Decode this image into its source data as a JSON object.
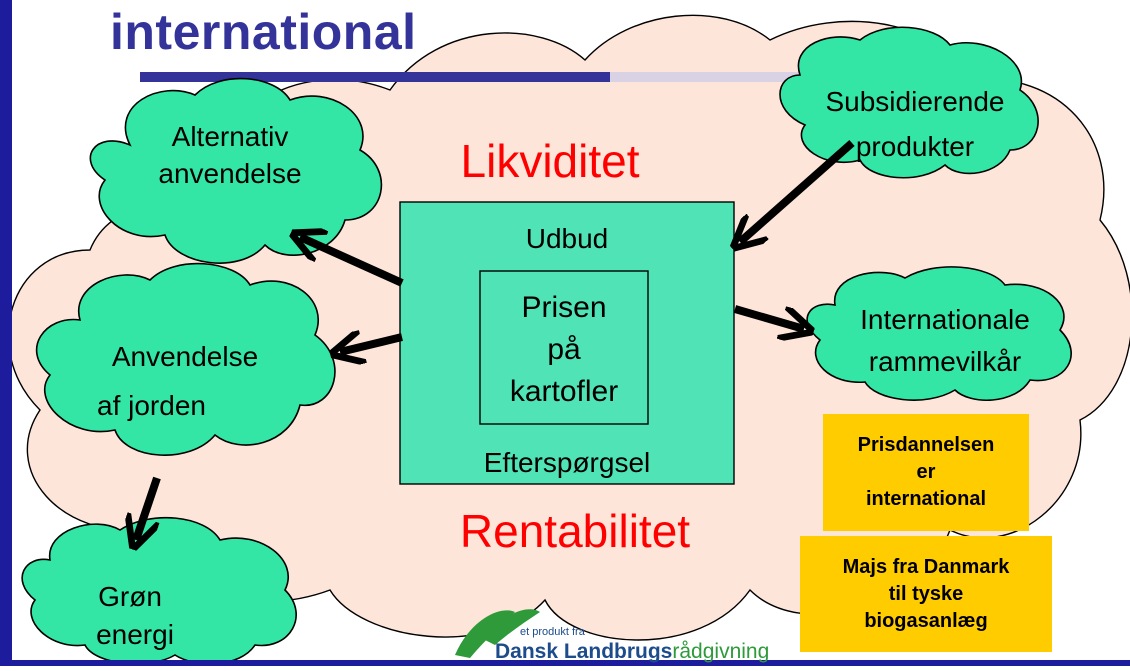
{
  "title": "international",
  "center": {
    "supply": "Udbud",
    "price_line1": "Prisen",
    "price_line2": "på",
    "price_line3": "kartofler",
    "demand": "Efterspørgsel"
  },
  "labels": {
    "liquidity": "Likviditet",
    "profitability": "Rentabilitet"
  },
  "clouds": {
    "alternative_use": [
      "Alternativ",
      "anvendelse"
    ],
    "subsidizing": [
      "Subsidierende",
      "produkter"
    ],
    "land_use": [
      "Anvendelse",
      "af jorden"
    ],
    "international_framework": [
      "Internationale",
      "rammevilkår"
    ],
    "green_energy": [
      "Grøn",
      "energi"
    ]
  },
  "notes": {
    "price_formation": [
      "Prisdannelsen",
      "er",
      "international"
    ],
    "maize": [
      "Majs fra Danmark",
      "til tyske",
      "biogasanlæg"
    ]
  },
  "logo": {
    "tagline": "et produkt fra",
    "name_prefix": "Dansk Landbrugs",
    "name_suffix": "rådgivning"
  },
  "colors": {
    "title": "#333399",
    "cloud_fill": "#33e6a6",
    "background_cloud_fill": "#fde5d9",
    "center_box_fill": "#4fe3b5",
    "red_text": "#ff0000",
    "note_fill": "#ffcc00",
    "frame": "#1c1c9c"
  }
}
